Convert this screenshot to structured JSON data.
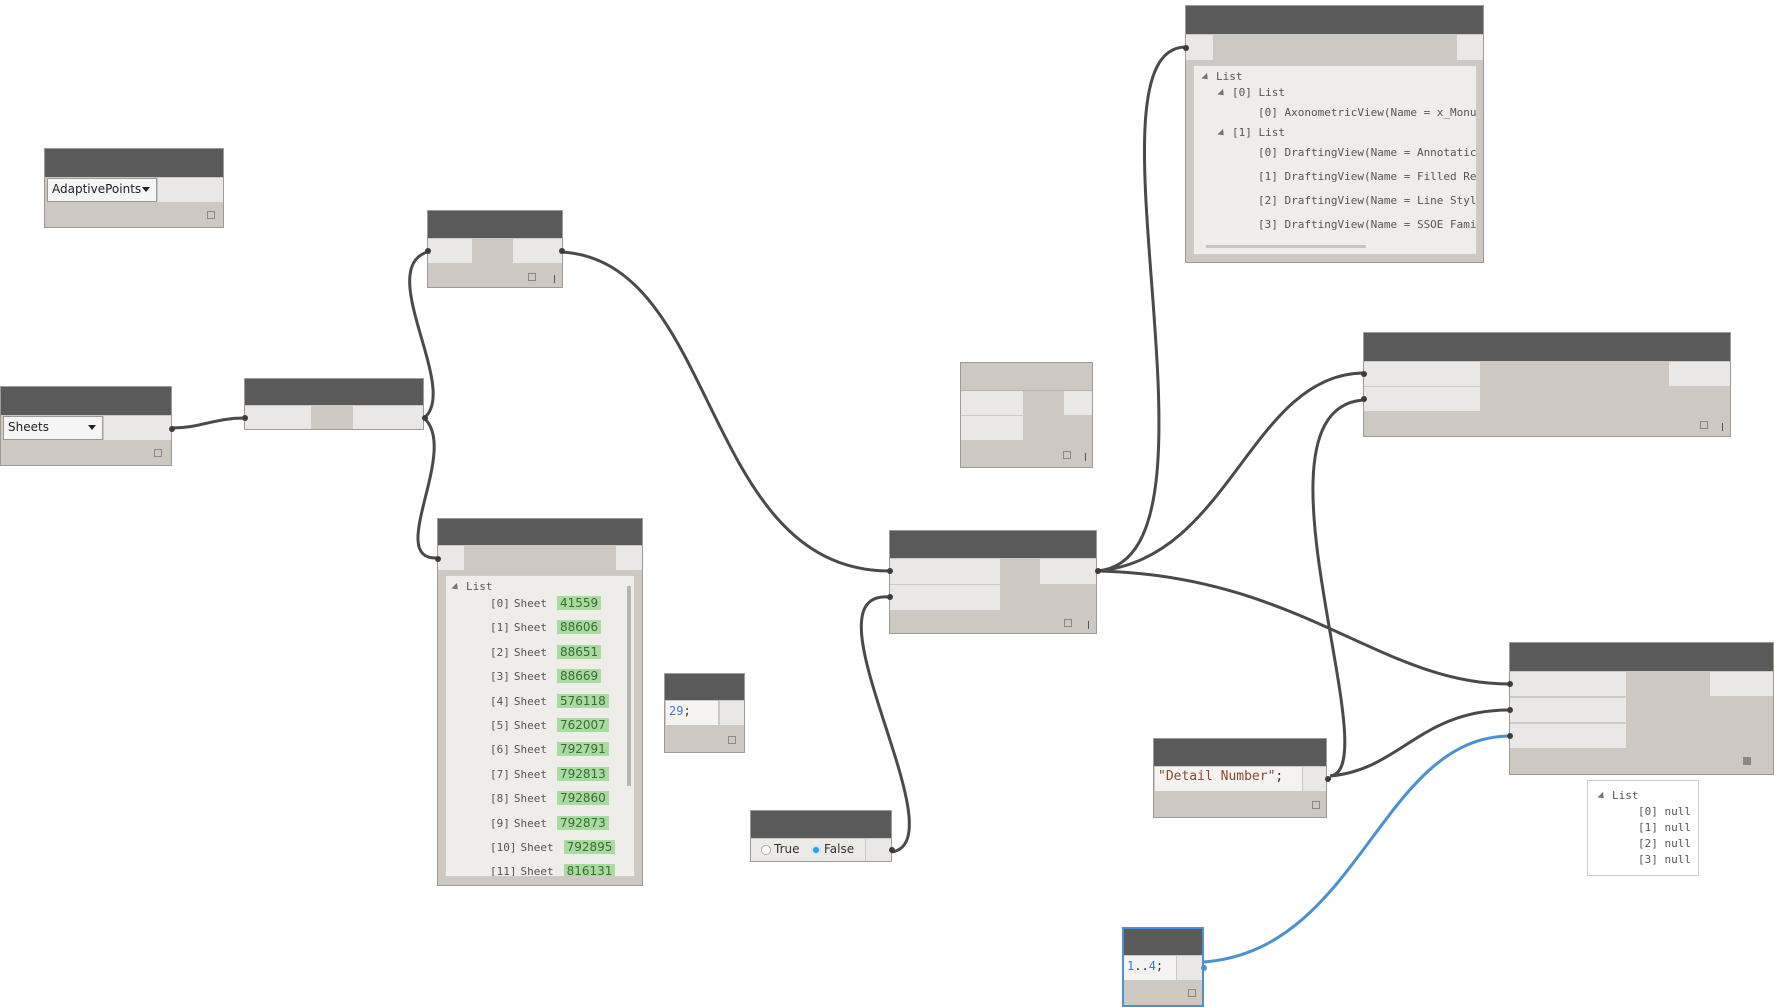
{
  "app": {
    "name": "Dynamo graph canvas"
  },
  "nodes": {
    "adaptive_points": {
      "selected_value": "AdaptivePoints"
    },
    "sheets": {
      "selected_value": "Sheets"
    },
    "number_29": {
      "code": "29",
      "suffix": ";"
    },
    "boolean": {
      "true_label": "True",
      "false_label": "False",
      "selected": "False"
    },
    "string_detail": {
      "code": "\"Detail Number\"",
      "suffix": ";"
    },
    "range": {
      "start": "1",
      "op": "..",
      "end": "4",
      "suffix": ";"
    }
  },
  "watch_views": {
    "title": "List",
    "lists": [
      {
        "label": "[0] List",
        "items": [
          "[0] AxonometricView(Name = x_Monu"
        ]
      },
      {
        "label": "[1] List",
        "items": [
          "[0] DraftingView(Name = Annotatic",
          "[1] DraftingView(Name = Filled Re",
          "[2] DraftingView(Name = Line Styl",
          "[3] DraftingView(Name = SSOE Fami"
        ]
      }
    ]
  },
  "watch_sheets": {
    "title": "List",
    "rows": [
      {
        "idx": "[0]",
        "name": "Sheet",
        "value": "41559"
      },
      {
        "idx": "[1]",
        "name": "Sheet",
        "value": "88606"
      },
      {
        "idx": "[2]",
        "name": "Sheet",
        "value": "88651"
      },
      {
        "idx": "[3]",
        "name": "Sheet",
        "value": "88669"
      },
      {
        "idx": "[4]",
        "name": "Sheet",
        "value": "576118"
      },
      {
        "idx": "[5]",
        "name": "Sheet",
        "value": "762007"
      },
      {
        "idx": "[6]",
        "name": "Sheet",
        "value": "792791"
      },
      {
        "idx": "[7]",
        "name": "Sheet",
        "value": "792813"
      },
      {
        "idx": "[8]",
        "name": "Sheet",
        "value": "792860"
      },
      {
        "idx": "[9]",
        "name": "Sheet",
        "value": "792873"
      },
      {
        "idx": "[10]",
        "name": "Sheet",
        "value": "792895"
      },
      {
        "idx": "[11]",
        "name": "Sheet",
        "value": "816131"
      }
    ]
  },
  "preview_nulls": {
    "title": "List",
    "rows": [
      "[0] null",
      "[1] null",
      "[2] null",
      "[3] null"
    ]
  },
  "colors": {
    "wire": "#4a4a4a",
    "selected_wire": "#4a90d2",
    "node_header": "#5a5a5a",
    "node_body": "#cdc8c2",
    "value_highlight": "#a8dba0"
  }
}
